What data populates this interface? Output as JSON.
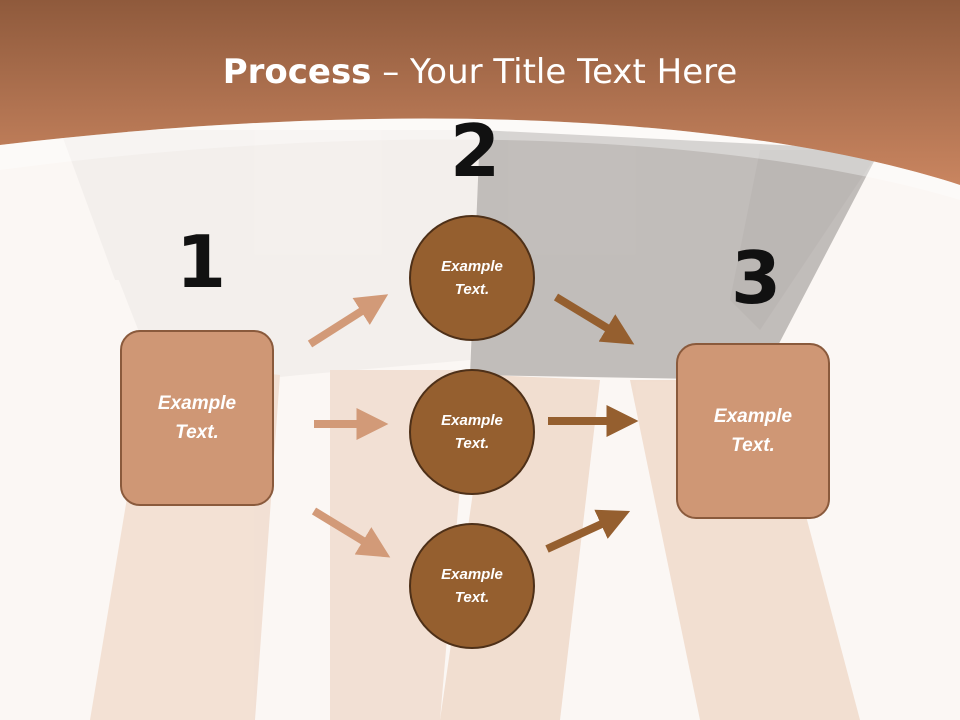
{
  "slide": {
    "title_bold": "Process",
    "title_rest": " – Your Title Text Here"
  },
  "steps": {
    "num1": "1",
    "num2": "2",
    "num3": "3"
  },
  "boxes": {
    "left": "Example Text.",
    "right": "Example Text."
  },
  "circles": [
    {
      "label": "Example Text."
    },
    {
      "label": "Example Text."
    },
    {
      "label": "Example Text."
    }
  ],
  "colors": {
    "header": "#b9714a",
    "box_fill": "#cf9775",
    "circle_fill": "#955f2f",
    "arrow_light": "#d29a78",
    "arrow_dark": "#955f2f"
  }
}
